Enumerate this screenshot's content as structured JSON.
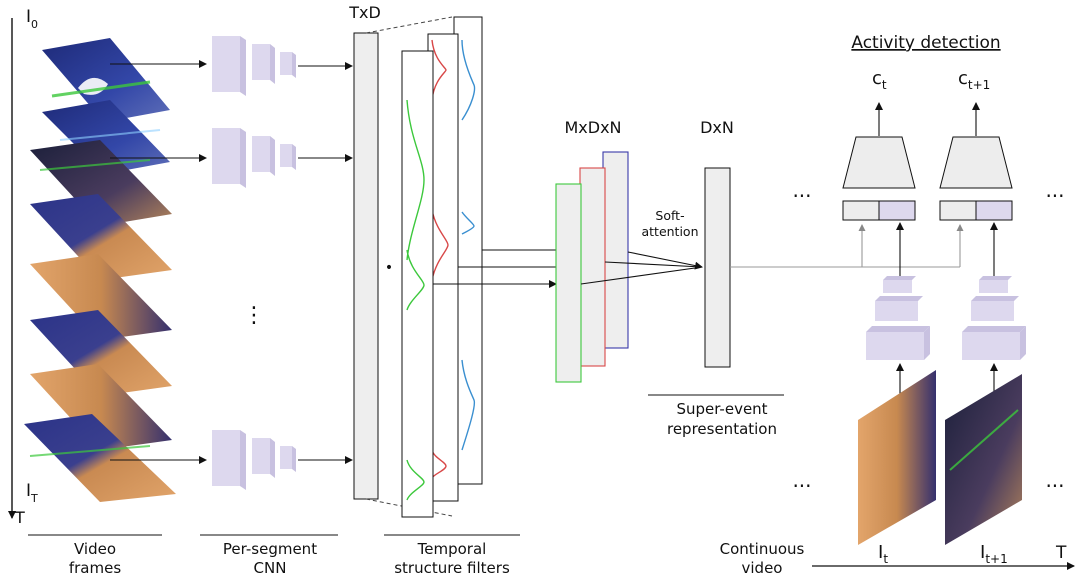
{
  "captions": {
    "video_frames_1": "Video",
    "video_frames_2": "frames",
    "per_segment_1": "Per-segment",
    "per_segment_2": "CNN",
    "temporal_1": "Temporal",
    "temporal_2": "structure filters",
    "super_event_1": "Super-event",
    "super_event_2": "representation",
    "continuous_1": "Continuous",
    "continuous_2": "video"
  },
  "labels": {
    "i0": "I",
    "i0_sub": "0",
    "it": "I",
    "it_sub": "T",
    "t_axis": "T",
    "txd": "TxD",
    "mxdxn": "MxDxN",
    "dxn": "DxN",
    "soft_1": "Soft-",
    "soft_2": "attention",
    "activity_detection": "Activity detection",
    "ct": "c",
    "ct_sub": "t",
    "ct1": "c",
    "ct1_sub": "t+1",
    "it_frame": "I",
    "it_frame_sub": "t",
    "it1_frame": "I",
    "it1_frame_sub": "t+1",
    "t_axis_right": "T",
    "dot_mult": "•",
    "vdots": "⋮",
    "ellipsis": "..."
  },
  "colors": {
    "cnn_fill": "#ddd8ee",
    "cnn_side": "#c8c1e0",
    "filter_green": "#3cc83c",
    "filter_red": "#d84848",
    "filter_blue": "#3a8fd0",
    "court": "#d9955a",
    "arena": "#2a2f7a"
  }
}
